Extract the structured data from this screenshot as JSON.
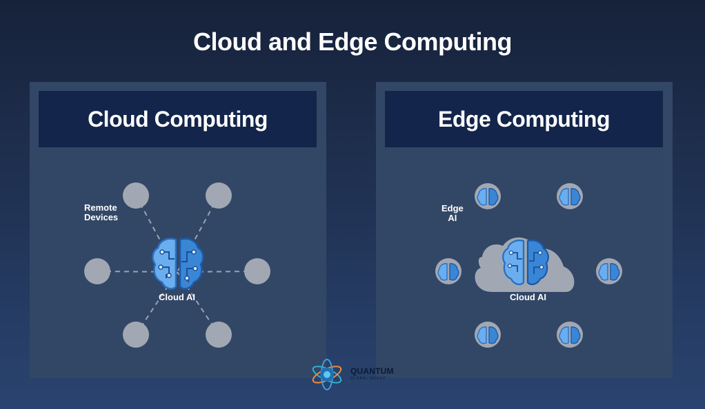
{
  "title": "Cloud and Edge Computing",
  "cloud_panel": {
    "heading": "Cloud Computing",
    "remote_label_line1": "Remote",
    "remote_label_line2": "Devices",
    "center_label": "Cloud AI"
  },
  "edge_panel": {
    "heading": "Edge Computing",
    "edge_label_line1": "Edge",
    "edge_label_line2": "AI",
    "center_label": "Cloud AI"
  },
  "logo": {
    "name": "QUANTUM",
    "subtitle": "GLOBAL GROUP"
  },
  "colors": {
    "panel": "#324766",
    "panel_header": "#13254a",
    "node": "#a2a8b3",
    "brain": "#4a90d9",
    "brain_light": "#9cc6f0"
  }
}
